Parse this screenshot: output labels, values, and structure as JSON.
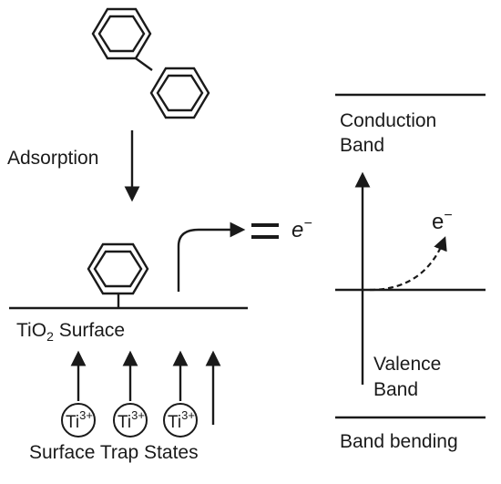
{
  "left": {
    "adsorption_label": "Adsorption",
    "surface_label_prefix": "TiO",
    "surface_label_sub": "2",
    "surface_label_suffix": " Surface",
    "ti_prefix": "Ti",
    "ti_charge": "3+",
    "trap_states_label": "Surface Trap States"
  },
  "middle": {
    "equals_symbol": "=",
    "electron_prefix": "e",
    "electron_charge": "−"
  },
  "right": {
    "conduction_line1": "Conduction",
    "conduction_line2": "Band",
    "electron_prefix": "e",
    "electron_charge": "−",
    "valence_line1": "Valence",
    "valence_line2": "Band",
    "band_bending_label": "Band bending"
  }
}
